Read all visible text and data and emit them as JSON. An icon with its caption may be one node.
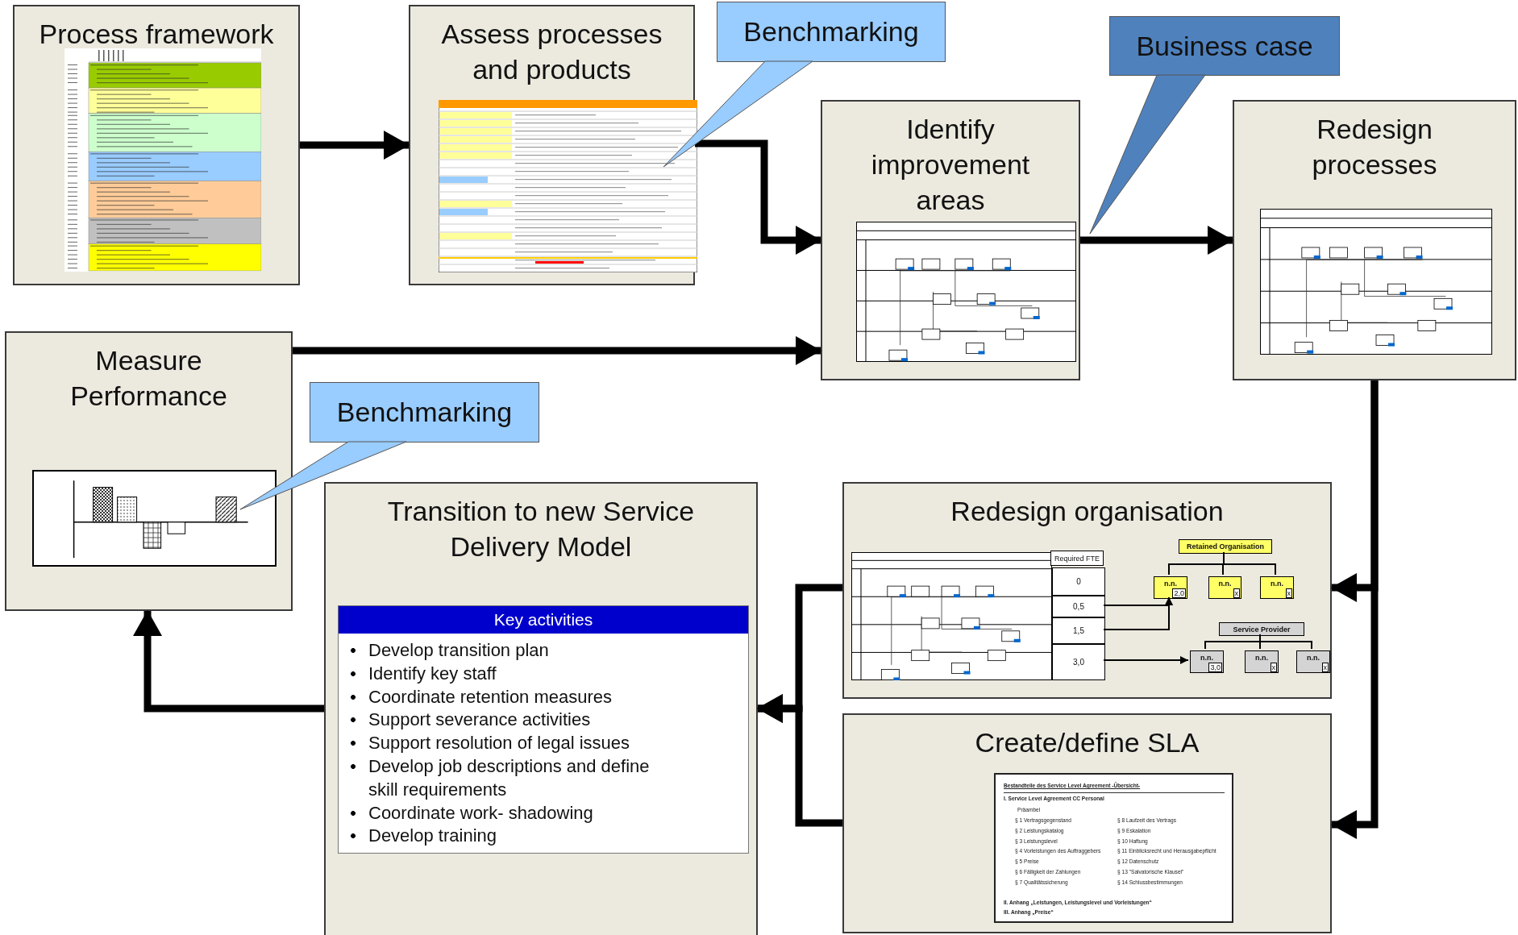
{
  "diagram": {
    "nodes": [
      {
        "text": [
          "Process framework"
        ]
      },
      {
        "text": [],
        "shape": "picture",
        "in": 0
      },
      {
        "text": [
          "Assess processes and products"
        ]
      },
      {
        "text": [],
        "shape": "picture",
        "in": 2
      },
      {
        "text": [
          "Benchmarking"
        ]
      },
      {
        "text": [
          "Business case"
        ]
      },
      {
        "text": [
          "Identify improvement areas"
        ]
      },
      {
        "text": [],
        "shape": "picture",
        "in": 6
      },
      {
        "text": [
          "Redesign processes"
        ]
      },
      {
        "text": [],
        "shape": "picture",
        "in": 8
      },
      {
        "text": [
          "Measure Performance"
        ]
      },
      {
        "text": [],
        "shape": "picture",
        "in": 10
      },
      {
        "text": [
          "Benchmarking"
        ]
      },
      {
        "text": [
          "Transition to new Service Delivery Model"
        ]
      },
      {
        "text": [
          "Key activities",
          "Develop transition plan",
          "Identify key staff",
          "Coordinate retention measures",
          "Support severance activities",
          "Support resolution of legal issues",
          "Develop job descriptions and define skill requirements",
          "Coordinate work- shadowing",
          "Develop training"
        ],
        "in": 13
      },
      {
        "text": [
          "Redesign organisation"
        ]
      },
      {
        "text": [],
        "shape": "picture",
        "in": 15
      },
      {
        "text": [
          "0"
        ],
        "in": 15
      },
      {
        "text": [
          "0,5"
        ],
        "in": 15
      },
      {
        "text": [
          "1,5"
        ],
        "in": 15
      },
      {
        "text": [
          "3,0"
        ],
        "in": 15
      },
      {
        "text": [
          "Retained Organisation"
        ],
        "in": 15
      },
      {
        "text": [
          "n.n.",
          "2,0"
        ],
        "in": 15
      },
      {
        "text": [
          "n.n.",
          "x"
        ],
        "in": 15
      },
      {
        "text": [
          "n.n.",
          "x"
        ],
        "in": 15
      },
      {
        "text": [
          "Service Provider"
        ],
        "in": 15
      },
      {
        "text": [
          "n.n.",
          "3,0"
        ],
        "in": 15
      },
      {
        "text": [
          "n.n.",
          "x"
        ],
        "in": 15
      },
      {
        "text": [
          "n.n.",
          "x"
        ],
        "in": 15
      },
      {
        "text": [
          "Create/define SLA"
        ]
      },
      {
        "text": [
          "Bestandteile des Service Level Agreement -Übersicht-",
          "I. Service Level Agreement CC Personal",
          "Präambel",
          "§ 1 Vertragsgegenstand",
          "§ 2 Leistungskatalog",
          "§ 3 Leistungslevel",
          "§ 4 Vorleistungen des Auftraggebers",
          "§ 5 Preise",
          "§ 6 Fälligkeit der Zahlungen",
          "§ 7 Qualitätssicherung",
          "§ 8 Laufzeit des Vertrags",
          "§ 9 Eskalation",
          "§ 10 Haftung",
          "§ 11 Einblicksrecht und Herausgabepflicht",
          "§ 12 Datenschutz",
          "§ 13 \"Salvatorische Klausel\"",
          "§ 14 Schlussbestimmungen",
          "II. Anhang „Leistungen, Leistungslevel und Vorleistungen“",
          "III. Anhang „Preise“"
        ],
        "in": 29
      }
    ],
    "edges": [
      {
        "from": 0,
        "to": 2,
        "arrow": "to",
        "style": "thick"
      },
      {
        "from": 2,
        "to": 6,
        "arrow": "to",
        "style": "thick"
      },
      {
        "from": 10,
        "to": 6,
        "arrow": "to",
        "style": "thick"
      },
      {
        "from": 6,
        "to": 8,
        "arrow": "to",
        "style": "thick"
      },
      {
        "from": 8,
        "to": 15,
        "arrow": "to",
        "style": "thick"
      },
      {
        "from": 8,
        "to": 29,
        "arrow": "to",
        "style": "thick"
      },
      {
        "from": 15,
        "to": 13,
        "arrow": "to",
        "style": "thick"
      },
      {
        "from": 29,
        "to": 13,
        "arrow": "to",
        "style": "thick"
      },
      {
        "from": 13,
        "to": 10,
        "arrow": "to",
        "style": "thick"
      },
      {
        "from": 4,
        "to": 3,
        "arrow": "none",
        "color": "#99ccff"
      },
      {
        "from": 5,
        "to": 6,
        "arrow": "none",
        "color": "#4f81bd"
      },
      {
        "from": 12,
        "to": 11,
        "arrow": "none",
        "color": "#99ccff"
      },
      {
        "from": 18,
        "to": 22,
        "arrow": "to"
      },
      {
        "from": 19,
        "to": 22,
        "arrow": "to"
      },
      {
        "from": 20,
        "to": 26,
        "arrow": "to"
      },
      {
        "from": 21,
        "to": 22,
        "arrow": "none"
      },
      {
        "from": 21,
        "to": 23,
        "arrow": "none"
      },
      {
        "from": 21,
        "to": 24,
        "arrow": "none"
      },
      {
        "from": 25,
        "to": 26,
        "arrow": "none"
      },
      {
        "from": 25,
        "to": 27,
        "arrow": "none"
      },
      {
        "from": 25,
        "to": 28,
        "arrow": "none"
      }
    ],
    "labels": [
      "Required FTE"
    ]
  }
}
